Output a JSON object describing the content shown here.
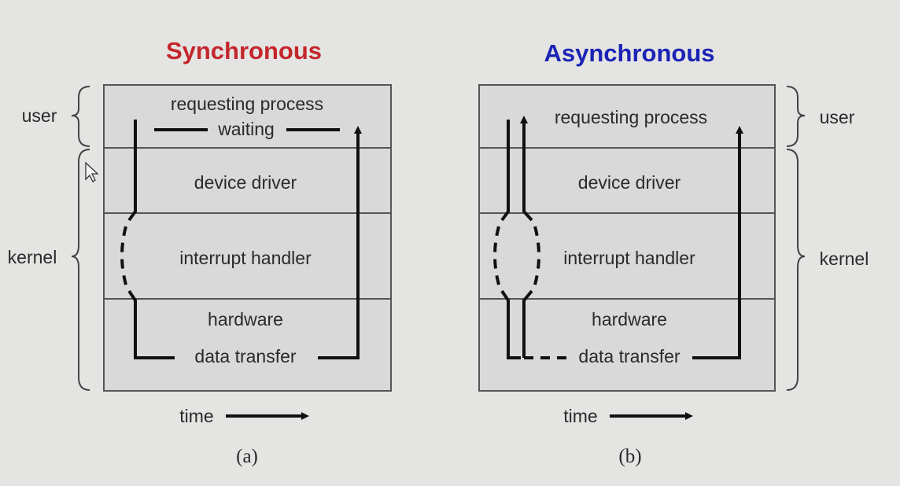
{
  "panels": {
    "sync": {
      "title": "Synchronous",
      "title_color": "#c4262c",
      "layers": [
        "requesting process",
        "device driver",
        "interrupt handler",
        "hardware"
      ],
      "waiting_label": "waiting",
      "transfer_label": "data transfer",
      "time_label": "time",
      "caption": "(a)",
      "user_label": "user",
      "kernel_label": "kernel"
    },
    "async": {
      "title": "Asynchronous",
      "title_color": "#1b23b5",
      "layers": [
        "requesting process",
        "device driver",
        "interrupt handler",
        "hardware"
      ],
      "transfer_label": "data transfer",
      "time_label": "time",
      "caption": "(b)",
      "user_label": "user",
      "kernel_label": "kernel"
    }
  }
}
